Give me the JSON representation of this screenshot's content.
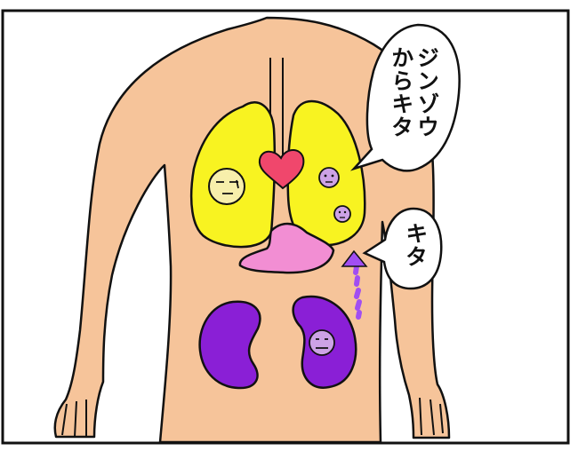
{
  "comic_panel": {
    "speech_bubble_upper": {
      "line1": "ジンゾウ",
      "line2": "からキタ"
    },
    "speech_bubble_lower": {
      "text": "キタ"
    }
  },
  "colors": {
    "skin": "#f6c49a",
    "lungs": "#f8f321",
    "heart": "#f0476c",
    "stomach": "#f28ed3",
    "kidneys": "#8a1fd6",
    "small_faces": "#cda2e6",
    "arrow": "#a14ef2",
    "outline": "#111111"
  }
}
